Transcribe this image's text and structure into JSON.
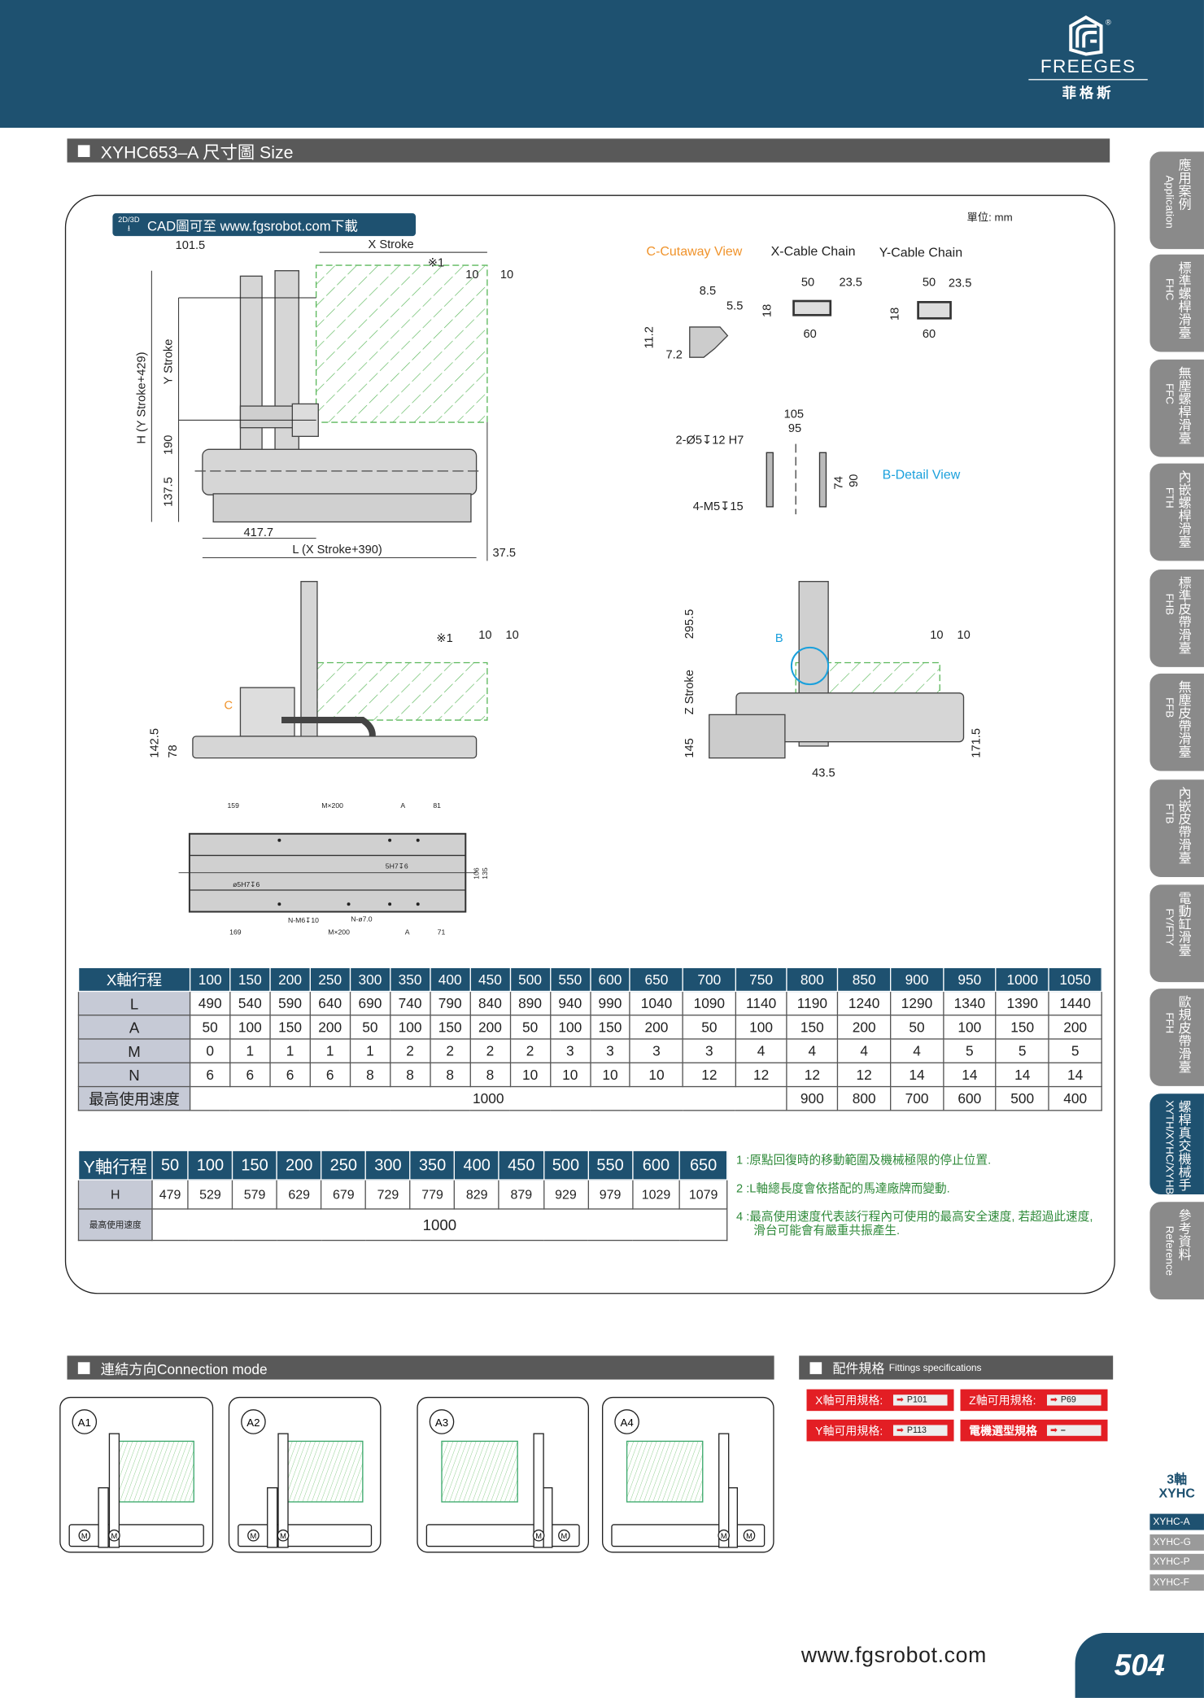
{
  "brand": {
    "name_en": "FREEGES",
    "name_cn": "菲格斯",
    "registered": "®"
  },
  "title": "XYHC653–A 尺寸圖 Size",
  "cad_banner": {
    "icon_label": "2D/3D",
    "text": "CAD圖可至 www.fgsrobot.com下載"
  },
  "unit": "單位: mm",
  "drawing_top": {
    "d_101_5": "101.5",
    "x_stroke": "X Stroke",
    "note1": "※1",
    "d10a": "10",
    "d10b": "10",
    "h_label": "H (Y Stroke+429)",
    "y_stroke": "Y Stroke",
    "d190": "190",
    "d137_5": "137.5",
    "d417_7": "417.7",
    "l_label": "L (X Stroke+390)",
    "d37_5": "37.5"
  },
  "details": {
    "c_cutaway": "C-Cutaway View",
    "x_chain": "X-Cable Chain",
    "y_chain": "Y-Cable Chain",
    "c_8_5": "8.5",
    "c_5_5": "5.5",
    "c_11_2": "11.2",
    "c_7_2": "7.2",
    "x_50": "50",
    "x_23_5": "23.5",
    "x_18": "18",
    "x_60": "60",
    "y_50": "50",
    "y_23_5": "23.5",
    "y_18": "18",
    "y_60": "60",
    "b_105": "105",
    "b_95": "95",
    "b_pin": "2-Ø5↧12 H7",
    "b_74": "74",
    "b_90": "90",
    "b_screw": "4-M5↧15",
    "b_detail": "B-Detail View"
  },
  "drawing_side": {
    "note1": "※1",
    "d10a": "10",
    "d10b": "10",
    "c": "C",
    "d142_5": "142.5",
    "d78": "78"
  },
  "drawing_front": {
    "d295_5": "295.5",
    "z_stroke": "Z Stroke",
    "d145": "145",
    "b": "B",
    "d10a": "10",
    "d10b": "10",
    "d171_5": "171.5",
    "d43_5": "43.5"
  },
  "drawing_plan": {
    "t159": "159",
    "tm": "M×200",
    "ta": "A",
    "t81": "81",
    "pin1": "5H7↧6",
    "pin2": "ø5H7↧6",
    "d106": "106",
    "d135": "135",
    "nm6": "N-M6↧10",
    "nphi": "N-ø7.0",
    "b169": "169",
    "bm": "M×200",
    "ba": "A",
    "b71": "71"
  },
  "x_table": {
    "header": "X軸行程",
    "strokes": [
      "100",
      "150",
      "200",
      "250",
      "300",
      "350",
      "400",
      "450",
      "500",
      "550",
      "600",
      "650",
      "700",
      "750",
      "800",
      "850",
      "900",
      "950",
      "1000",
      "1050"
    ],
    "rows": [
      {
        "label": "L",
        "values": [
          "490",
          "540",
          "590",
          "640",
          "690",
          "740",
          "790",
          "840",
          "890",
          "940",
          "990",
          "1040",
          "1090",
          "1140",
          "1190",
          "1240",
          "1290",
          "1340",
          "1390",
          "1440"
        ]
      },
      {
        "label": "A",
        "values": [
          "50",
          "100",
          "150",
          "200",
          "50",
          "100",
          "150",
          "200",
          "50",
          "100",
          "150",
          "200",
          "50",
          "100",
          "150",
          "200",
          "50",
          "100",
          "150",
          "200"
        ]
      },
      {
        "label": "M",
        "values": [
          "0",
          "1",
          "1",
          "1",
          "1",
          "2",
          "2",
          "2",
          "2",
          "3",
          "3",
          "3",
          "3",
          "4",
          "4",
          "4",
          "4",
          "5",
          "5",
          "5"
        ]
      },
      {
        "label": "N",
        "values": [
          "6",
          "6",
          "6",
          "6",
          "8",
          "8",
          "8",
          "8",
          "10",
          "10",
          "10",
          "10",
          "12",
          "12",
          "12",
          "12",
          "14",
          "14",
          "14",
          "14"
        ]
      }
    ],
    "speed_label": "最高使用速度",
    "speed_merged": "1000",
    "speed_values": [
      "900",
      "800",
      "700",
      "600",
      "500",
      "400"
    ]
  },
  "y_table": {
    "header": "Y軸行程",
    "strokes": [
      "50",
      "100",
      "150",
      "200",
      "250",
      "300",
      "350",
      "400",
      "450",
      "500",
      "550",
      "600",
      "650"
    ],
    "row_label": "H",
    "values": [
      "479",
      "529",
      "579",
      "629",
      "679",
      "729",
      "779",
      "829",
      "879",
      "929",
      "979",
      "1029",
      "1079"
    ],
    "speed_label": "最高使用速度",
    "speed": "1000"
  },
  "notes": [
    "1 :原點回復時的移動範圍及機械極限的停止位置.",
    "2 :L軸總長度會依搭配的馬達廠牌而變動.",
    "4 :最高使用速度代表該行程內可使用的最高安全速度, 若超過此速度,",
    "滑台可能會有嚴重共振產生."
  ],
  "sidebar": {
    "tabs": [
      {
        "cn": "應用案例",
        "en": "Application"
      },
      {
        "cn": "標準螺桿滑臺",
        "en": "FHC"
      },
      {
        "cn": "無塵螺桿滑臺",
        "en": "FFC"
      },
      {
        "cn": "內嵌螺桿滑臺",
        "en": "FTH"
      },
      {
        "cn": "標準皮帶滑臺",
        "en": "FHB"
      },
      {
        "cn": "無塵皮帶滑臺",
        "en": "FFB"
      },
      {
        "cn": "內嵌皮帶滑臺",
        "en": "FTB"
      },
      {
        "cn": "電動缸滑臺",
        "en": "FY/FTY"
      },
      {
        "cn": "歐規皮帶滑臺",
        "en": "FFH"
      },
      {
        "cn": "螺桿真交機械手",
        "en": "XYTH/XYHC/XYHB"
      },
      {
        "cn": "參考資料",
        "en": "Reference"
      }
    ],
    "active_tab": 9,
    "series_title": "3軸",
    "series_name": "XYHC",
    "series_items": [
      "XYHC-A",
      "XYHC-G",
      "XYHC-P",
      "XYHC-F"
    ],
    "active_series": 0
  },
  "connection": {
    "title": "連結方向Connection mode",
    "modes": [
      "A1",
      "A2",
      "A3",
      "A4"
    ],
    "motor": "M"
  },
  "fittings": {
    "title": "配件規格",
    "title_en": "Fittings specifications",
    "items": [
      {
        "label": "X軸可用規格:",
        "ref": "P101"
      },
      {
        "label": "Z軸可用規格:",
        "ref": "P69"
      },
      {
        "label": "Y軸可用規格:",
        "ref": "P113"
      },
      {
        "label": "電機選型規格",
        "ref": "–"
      }
    ]
  },
  "footer": {
    "url": "www.fgsrobot.com",
    "page": "504"
  },
  "colors": {
    "brand_blue": "#1e5170",
    "header_gray": "#595959",
    "fit_red": "#e31e24",
    "note_green": "#2f8a3a",
    "hatch_green": "#5cb85c"
  }
}
